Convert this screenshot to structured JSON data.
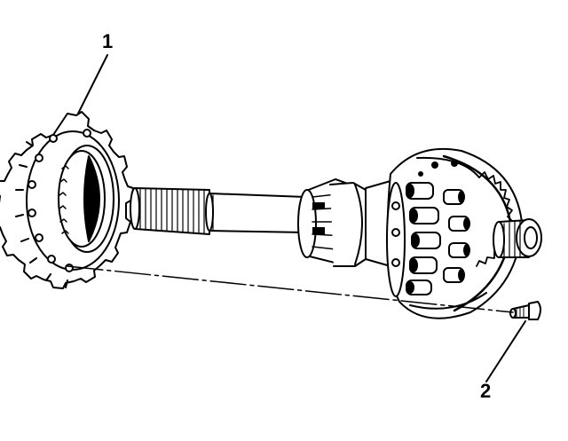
{
  "callouts": [
    {
      "number": "1",
      "part": "sprocket-ring"
    },
    {
      "number": "2",
      "part": "bolt"
    }
  ],
  "colors": {
    "ink": "#000000",
    "paper": "#ffffff"
  }
}
